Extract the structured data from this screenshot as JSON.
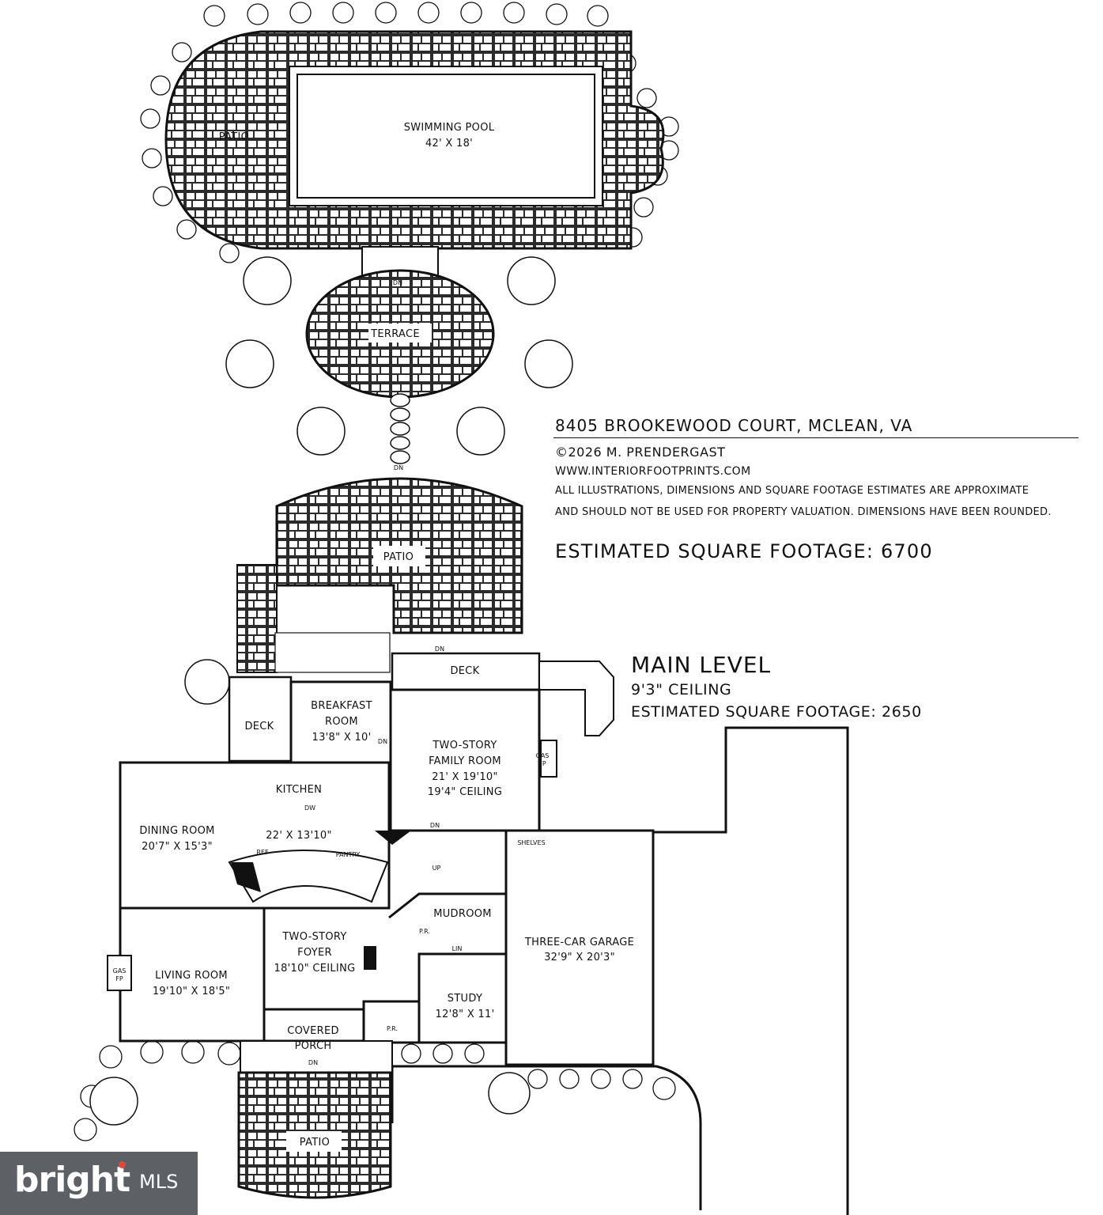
{
  "address": "8405 BROOKEWOOD COURT, MCLEAN, VA",
  "copyright": "©2026 M. PRENDERGAST",
  "website": "WWW.INTERIORFOOTPRINTS.COM",
  "disclaimer_line1": "ALL ILLUSTRATIONS, DIMENSIONS AND SQUARE FOOTAGE ESTIMATES ARE APPROXIMATE",
  "disclaimer_line2": "AND  SHOULD NOT BE USED FOR PROPERTY VALUATION. DIMENSIONS HAVE BEEN ROUNDED.",
  "estimated_total": "ESTIMATED SQUARE FOOTAGE: 6700",
  "level": {
    "name": "MAIN LEVEL",
    "ceiling": "9'3\" CEILING",
    "sqft": "ESTIMATED SQUARE FOOTAGE: 2650"
  },
  "rooms": {
    "pool": {
      "name": "SWIMMING POOL",
      "dims": "42' X 18'"
    },
    "patio_pool": {
      "name": "PATIO"
    },
    "terrace": {
      "name": "TERRACE"
    },
    "patio_mid": {
      "name": "PATIO"
    },
    "deck_right": {
      "name": "DECK"
    },
    "deck_left": {
      "name": "DECK"
    },
    "breakfast": {
      "line1": "BREAKFAST",
      "line2": "ROOM",
      "dims": "13'8\" X 10'"
    },
    "family": {
      "line1": "TWO-STORY",
      "line2": "FAMILY ROOM",
      "dims": "21' X 19'10\"",
      "ceiling": "19'4\" CEILING"
    },
    "kitchen": {
      "name": "KITCHEN",
      "dims": "22' X 13'10\""
    },
    "dining": {
      "name": "DINING ROOM",
      "dims": "20'7\" X 15'3\""
    },
    "foyer": {
      "line1": "TWO-STORY",
      "line2": "FOYER",
      "ceiling": "18'10\" CEILING"
    },
    "living": {
      "name": "LIVING ROOM",
      "dims": "19'10\" X 18'5\""
    },
    "mudroom": {
      "name": "MUDROOM"
    },
    "pr1": {
      "name": "P.R."
    },
    "lin": {
      "name": "LIN"
    },
    "study": {
      "name": "STUDY",
      "dims": "12'8\" X 11'"
    },
    "pr2": {
      "name": "P.R."
    },
    "porch": {
      "line1": "COVERED",
      "line2": "PORCH"
    },
    "garage": {
      "name": "THREE-CAR GARAGE",
      "dims": "32'9\" X 20'3\""
    },
    "patio_front": {
      "name": "PATIO"
    }
  },
  "small_labels": {
    "dn": "DN",
    "up": "UP",
    "ref": "REF",
    "pantry": "PANTRY",
    "dw": "DW",
    "shelves": "SHELVES",
    "gas": "GAS",
    "fp": "FP"
  },
  "brand": {
    "word": "bright",
    "mls": "MLS"
  }
}
